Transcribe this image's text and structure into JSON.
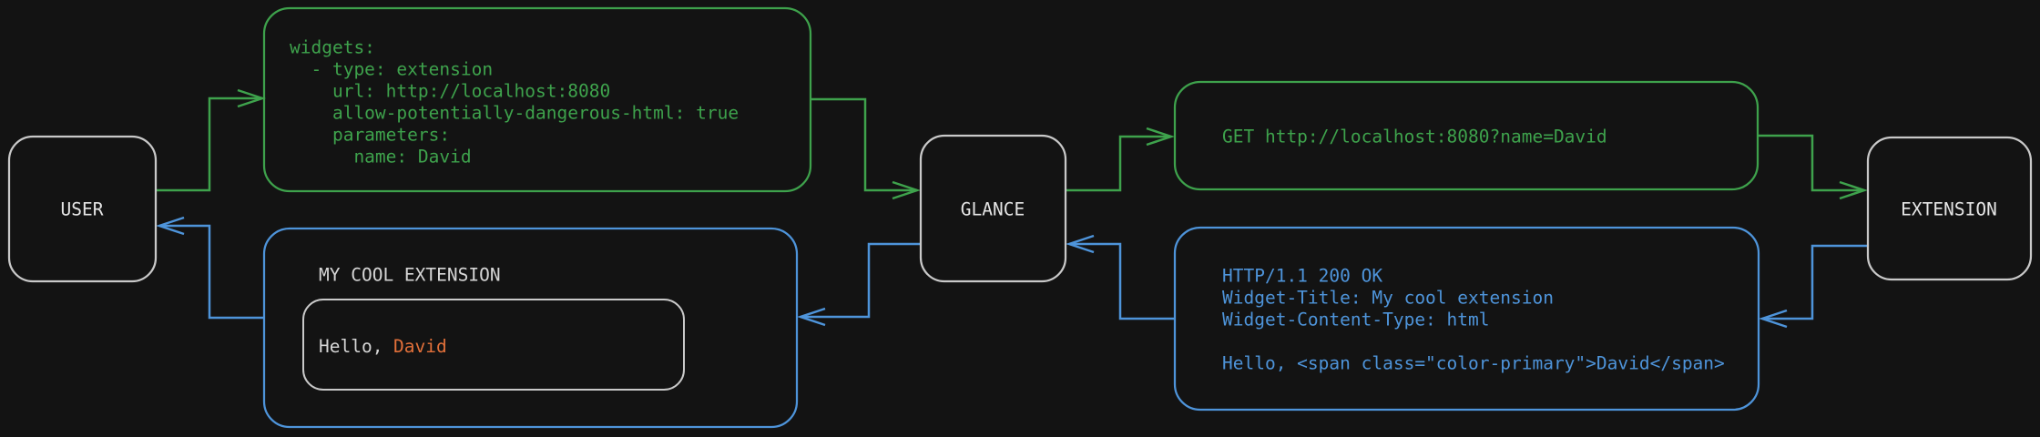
{
  "diagram": {
    "title_hint": "Glance extension widget request/response flow",
    "colors": {
      "background": "#131313",
      "request": "#3ea24c",
      "response": "#4e94da",
      "accent": "#e2703a",
      "node_border": "#c9c9c9",
      "node_text": "#e5e5e5",
      "light_text": "#d6d6d6",
      "inner_border": "#cfcfcf"
    },
    "nodes": {
      "user": "USER",
      "glance": "GLANCE",
      "extension": "EXTENSION"
    },
    "config_message": {
      "lines": [
        "widgets:",
        "  - type: extension",
        "    url: http://localhost:8080",
        "    allow-potentially-dangerous-html: true",
        "    parameters:",
        "      name: David"
      ]
    },
    "request_message": {
      "text": "GET http://localhost:8080?name=David"
    },
    "response_message": {
      "lines": [
        "HTTP/1.1 200 OK",
        "Widget-Title: My cool extension",
        "Widget-Content-Type: html",
        "",
        "Hello, <span class=\"color-primary\">David</span>"
      ]
    },
    "widget_preview": {
      "title": "MY COOL EXTENSION",
      "greeting": "Hello,",
      "name": "David"
    }
  }
}
